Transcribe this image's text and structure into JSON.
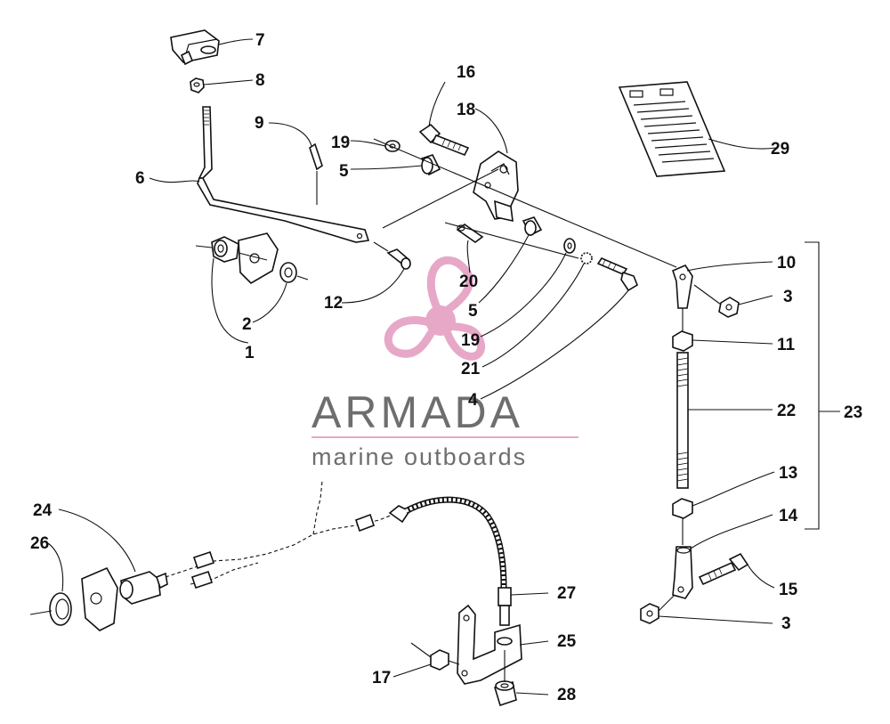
{
  "watermark": {
    "brand": "ARMADA",
    "tagline": "marine outboards",
    "brand_color": "#6e6e6e",
    "accent_color": "#e7a8c8"
  },
  "callouts": {
    "c1": "1",
    "c2": "2",
    "c3a": "3",
    "c3b": "3",
    "c4": "4",
    "c5a": "5",
    "c5b": "5",
    "c6": "6",
    "c7": "7",
    "c8": "8",
    "c9": "9",
    "c10": "10",
    "c11": "11",
    "c12": "12",
    "c13": "13",
    "c14": "14",
    "c15": "15",
    "c16": "16",
    "c17": "17",
    "c18": "18",
    "c19a": "19",
    "c19b": "19",
    "c20": "20",
    "c21": "21",
    "c22": "22",
    "c23": "23",
    "c24": "24",
    "c25": "25",
    "c26": "26",
    "c27": "27",
    "c28": "28",
    "c29": "29"
  }
}
